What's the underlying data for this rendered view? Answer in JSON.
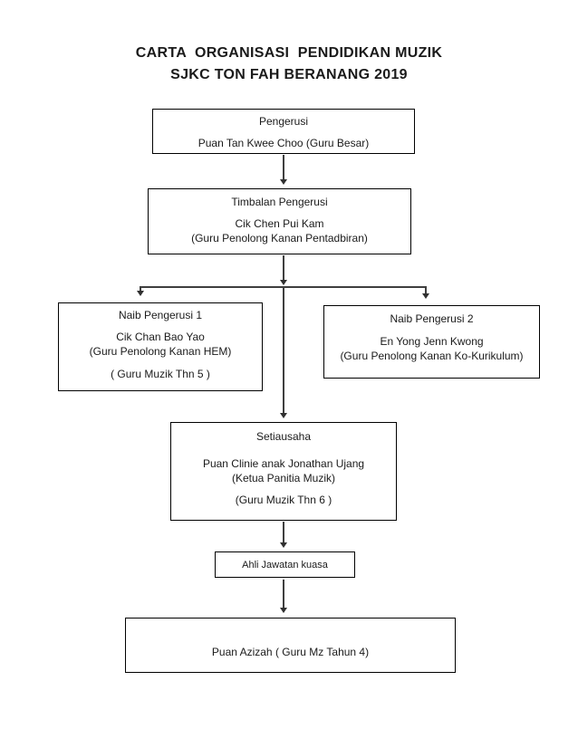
{
  "title": {
    "line1": "CARTA  ORGANISASI  PENDIDIKAN MUZIK",
    "line2": "SJKC TON FAH BERANANG 2019"
  },
  "chart": {
    "type": "org-chart",
    "nodes": {
      "pengerusi": {
        "role": "Pengerusi",
        "name": "Puan Tan Kwee Choo (Guru Besar)"
      },
      "timbalan": {
        "role": "Timbalan Pengerusi",
        "name": "Cik Chen Pui Kam",
        "note": "(Guru Penolong Kanan Pentadbiran)"
      },
      "naib1": {
        "role": "Naib Pengerusi 1",
        "name": "Cik Chan Bao Yao",
        "note": "(Guru Penolong Kanan HEM)",
        "note2": "( Guru Muzik Thn 5 )"
      },
      "naib2": {
        "role": "Naib Pengerusi 2",
        "name": "En Yong Jenn Kwong",
        "note": "(Guru Penolong Kanan Ko-Kurikulum)"
      },
      "setiausaha": {
        "role": "Setiausaha",
        "name": "Puan Clinie anak Jonathan Ujang",
        "note": "(Ketua Panitia Muzik)",
        "note2": "(Guru Muzik Thn 6 )"
      },
      "ajk": {
        "role": "Ahli Jawatan kuasa"
      },
      "member": {
        "name": "Puan Azizah ( Guru Mz Tahun 4)"
      }
    },
    "edges": [
      {
        "from": "pengerusi",
        "to": "timbalan"
      },
      {
        "from": "timbalan",
        "to": "naib1"
      },
      {
        "from": "timbalan",
        "to": "naib2"
      },
      {
        "from": "timbalan",
        "to": "setiausaha"
      },
      {
        "from": "setiausaha",
        "to": "ajk"
      },
      {
        "from": "ajk",
        "to": "member"
      }
    ],
    "colors": {
      "background": "#ffffff",
      "box_border": "#000000",
      "connector_line": "#3f3f3f",
      "text": "#1a1a1a"
    }
  }
}
